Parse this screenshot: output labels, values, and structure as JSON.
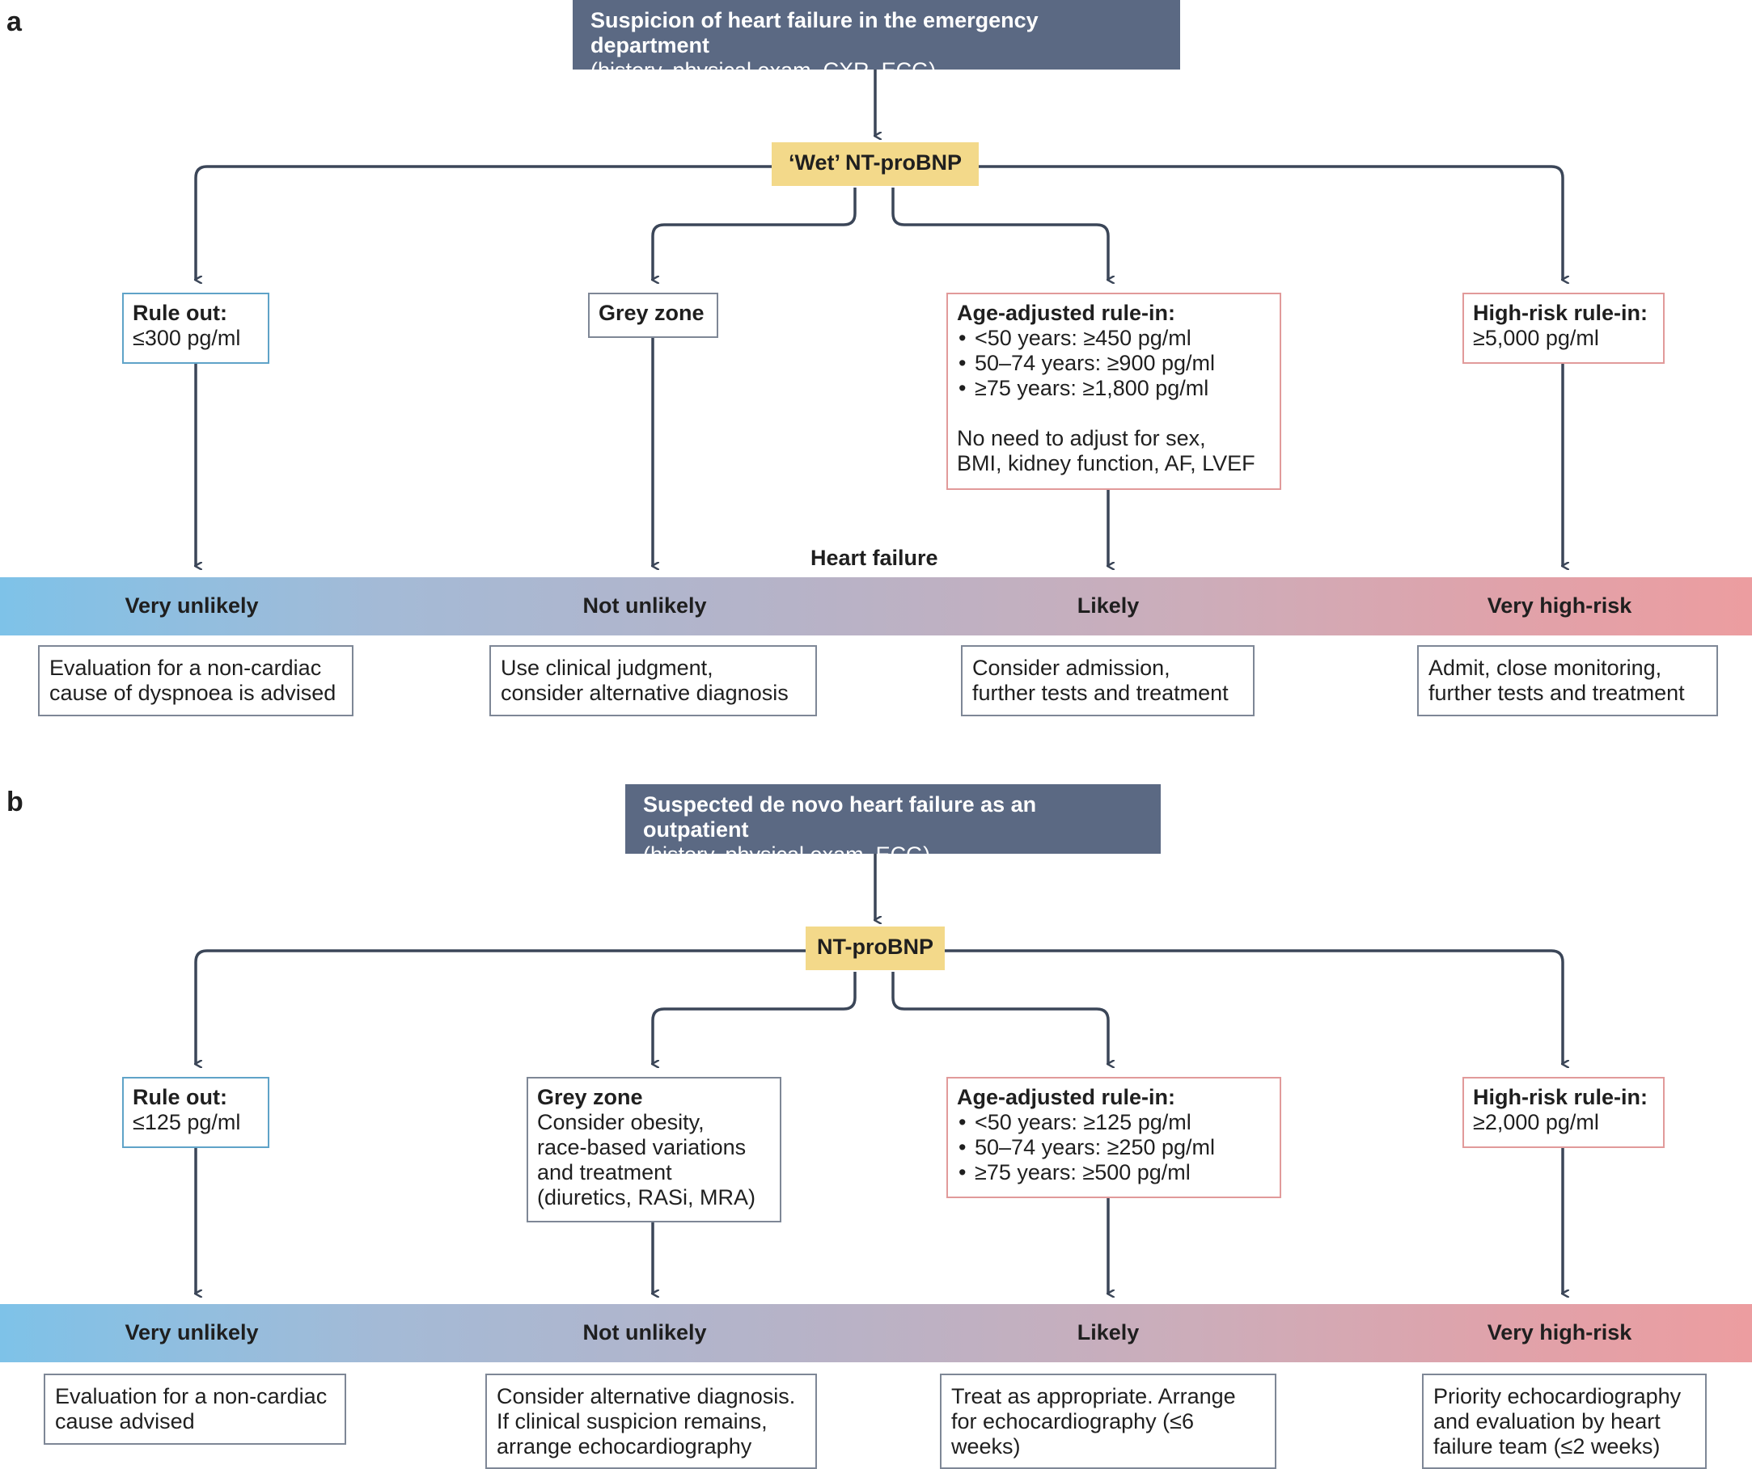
{
  "panel_a": {
    "label": "a",
    "top_title": "Suspicion of heart failure in the emergency department",
    "top_sub": "(history, physical exam, CXR, ECG)",
    "test": "‘Wet’ NT-proBNP",
    "rule_out": {
      "title": "Rule out:",
      "value": "≤300 pg/ml"
    },
    "grey_zone": {
      "title": "Grey zone"
    },
    "age_rule_in": {
      "title": "Age-adjusted rule-in:",
      "items": [
        "<50 years: ≥450 pg/ml",
        "50–74 years: ≥900 pg/ml",
        "≥75 years: ≥1,800 pg/ml"
      ],
      "note1": "No need to adjust for sex,",
      "note2": "BMI, kidney function, AF, LVEF"
    },
    "high_risk": {
      "title": "High-risk rule-in:",
      "value": "≥5,000 pg/ml"
    },
    "hf_label": "Heart failure",
    "band": [
      "Very unlikely",
      "Not unlikely",
      "Likely",
      "Very high-risk"
    ],
    "outcomes": [
      [
        "Evaluation for a non-cardiac",
        "cause of dyspnoea is advised"
      ],
      [
        "Use clinical judgment,",
        "consider alternative diagnosis"
      ],
      [
        "Consider admission,",
        "further tests and treatment"
      ],
      [
        "Admit, close monitoring,",
        "further tests and treatment"
      ]
    ]
  },
  "panel_b": {
    "label": "b",
    "top_title": "Suspected de novo heart failure as an outpatient",
    "top_sub": "(history, physical exam, ECG)",
    "test": "NT-proBNP",
    "rule_out": {
      "title": "Rule out:",
      "value": "≤125 pg/ml"
    },
    "grey_zone": {
      "title": "Grey zone",
      "lines": [
        "Consider obesity,",
        "race-based variations",
        "and treatment",
        "(diuretics, RASi, MRA)"
      ]
    },
    "age_rule_in": {
      "title": "Age-adjusted rule-in:",
      "items": [
        "<50 years: ≥125 pg/ml",
        "50–74 years: ≥250 pg/ml",
        "≥75 years: ≥500 pg/ml"
      ]
    },
    "high_risk": {
      "title": "High-risk rule-in:",
      "value": "≥2,000 pg/ml"
    },
    "band": [
      "Very unlikely",
      "Not unlikely",
      "Likely",
      "Very high-risk"
    ],
    "outcomes": [
      [
        "Evaluation for a non-cardiac",
        "cause advised"
      ],
      [
        "Consider alternative diagnosis.",
        "If clinical suspicion remains,",
        "arrange echocardiography"
      ],
      [
        "Treat as appropriate. Arrange",
        "for echocardiography (≤6",
        "weeks)"
      ],
      [
        "Priority echocardiography",
        "and evaluation by heart",
        "failure team (≤2 weeks)"
      ]
    ]
  }
}
